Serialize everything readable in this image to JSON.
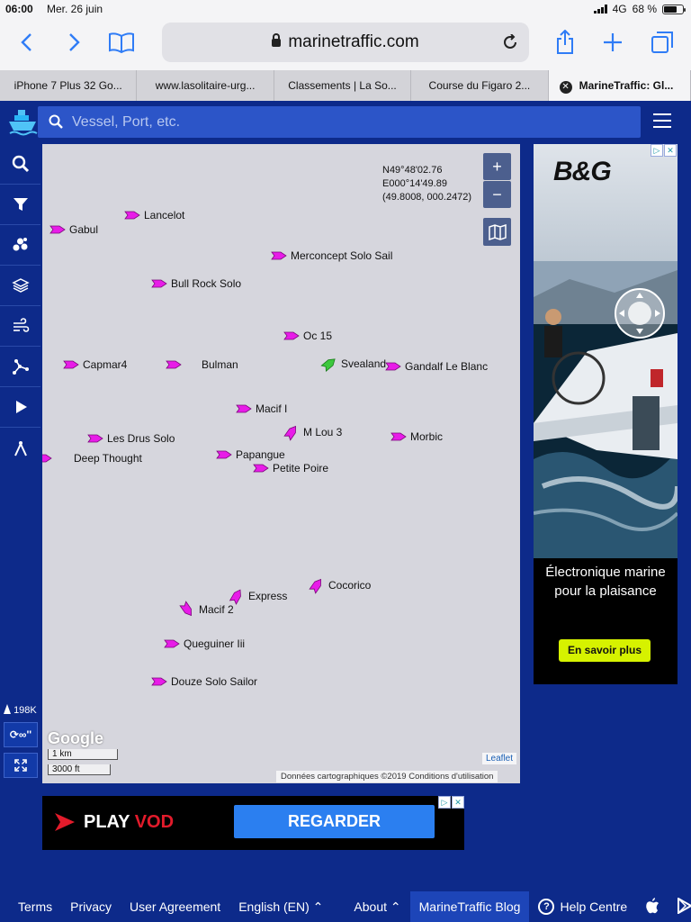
{
  "status_bar": {
    "time": "06:00",
    "date": "Mer. 26 juin",
    "network": "4G",
    "battery": "68 %",
    "battery_level": 0.68
  },
  "browser": {
    "url": "marinetraffic.com",
    "tabs": [
      {
        "label": "iPhone 7 Plus 32 Go..."
      },
      {
        "label": "www.lasolitaire-urg..."
      },
      {
        "label": "Classements | La So..."
      },
      {
        "label": "Course du Figaro 2..."
      },
      {
        "label": "MarineTraffic: Gl..."
      }
    ]
  },
  "header": {
    "search_placeholder": "Vessel, Port, etc."
  },
  "map": {
    "coords_lat": "N49°48'02.76",
    "coords_lon": "E000°14'49.89",
    "coords_decimal": "(49.8008, 000.2472)",
    "zoom_in": "+",
    "zoom_out": "−",
    "google": "Google",
    "scale_km": "1 km",
    "scale_ft": "3000 ft",
    "leaflet": "Leaflet",
    "attribution": "Données cartographiques ©2019    Conditions d'utilisation",
    "vessels": [
      {
        "name": "Lancelot",
        "color": "#e81ce8"
      },
      {
        "name": "Gabul",
        "color": "#e81ce8"
      },
      {
        "name": "Merconcept Solo Sail",
        "color": "#e81ce8"
      },
      {
        "name": "Bull Rock Solo",
        "color": "#e81ce8"
      },
      {
        "name": "Oc 15",
        "color": "#e81ce8"
      },
      {
        "name": "Capmar4",
        "color": "#e81ce8"
      },
      {
        "name": "Bulman",
        "color": "#e81ce8"
      },
      {
        "name": "Svealand",
        "color": "#3cc83c"
      },
      {
        "name": "Gandalf Le Blanc",
        "color": "#e81ce8"
      },
      {
        "name": "Macif I",
        "color": "#e81ce8"
      },
      {
        "name": "M Lou 3",
        "color": "#e81ce8"
      },
      {
        "name": "Morbic",
        "color": "#e81ce8"
      },
      {
        "name": "Les Drus Solo",
        "color": "#e81ce8"
      },
      {
        "name": "Deep Thought",
        "color": "#e81ce8"
      },
      {
        "name": "Papangue",
        "color": "#e81ce8"
      },
      {
        "name": "Petite Poire",
        "color": "#e81ce8"
      },
      {
        "name": "Cocorico",
        "color": "#e81ce8"
      },
      {
        "name": "Express",
        "color": "#e81ce8"
      },
      {
        "name": "Macif 2",
        "color": "#e81ce8"
      },
      {
        "name": "Queguiner Iii",
        "color": "#e81ce8"
      },
      {
        "name": "Douze Solo Sailor",
        "color": "#e81ce8"
      }
    ]
  },
  "sidebar": {
    "ships_count": "198K",
    "loop_label": "∞''"
  },
  "ad_right": {
    "brand": "B&G",
    "text": "Électronique marine pour la plaisance",
    "cta": "En savoir plus"
  },
  "ad_bottom": {
    "brand_play": "PLAY",
    "brand_vod": "VOD",
    "cta": "REGARDER"
  },
  "footer": {
    "terms": "Terms",
    "privacy": "Privacy",
    "user_agreement": "User Agreement",
    "language": "English (EN) ⌃",
    "about": "About ⌃",
    "blog": "MarineTraffic Blog",
    "help": "Help Centre"
  }
}
